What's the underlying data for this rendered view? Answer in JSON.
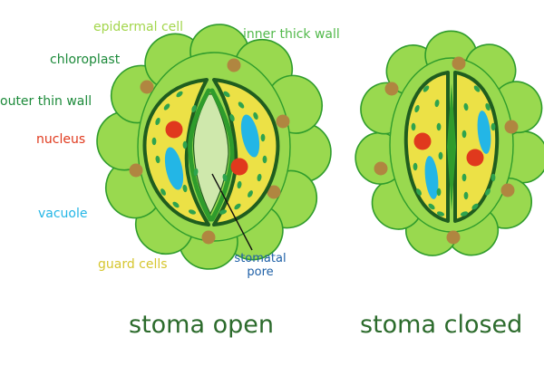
{
  "labels": {
    "epidermal": "epidermal cell",
    "inner_wall": "inner thick wall",
    "chloroplast": "chloroplast",
    "outer_wall": "outer thin wall",
    "nucleus": "nucleus",
    "vacuole": "vacuole",
    "guard": "guard  cells",
    "pore": "stomatal pore"
  },
  "captions": {
    "open": "stoma open",
    "closed": "stoma closed"
  },
  "colors": {
    "epidermal_fill": "#99d94f",
    "epidermal_stroke": "#2f9c2c",
    "epidermal_nucleus": "#b08640",
    "guard_fill": "#ece146",
    "wall_dark": "#1f5d1f",
    "pore_fill": "#cfe8ac",
    "chloroplast": "#2ea34e",
    "vacuole": "#23b6e6",
    "nucleus": "#e0391d",
    "label_light_green": "#a3d64c",
    "label_green": "#52b94b",
    "label_dark_green": "#1c8a3a",
    "label_red": "#e0391d",
    "label_blue": "#23b6e6",
    "label_yellow": "#d6c62e",
    "label_navy": "#1d5fa6",
    "caption": "#2c6b2c"
  }
}
